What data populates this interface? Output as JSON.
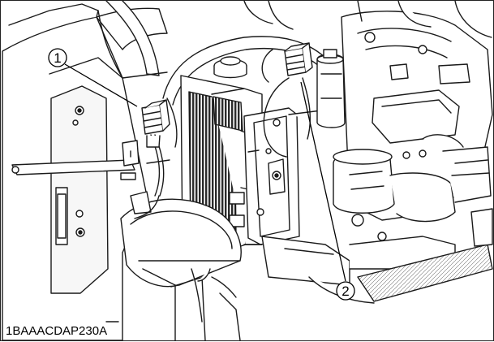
{
  "figure": {
    "caption": "1BAAACDAP230A",
    "callouts": [
      {
        "number": "1"
      },
      {
        "number": "2"
      }
    ],
    "colors": {
      "line": "#1a1a1a",
      "fill": "#ffffff",
      "radiator_fin": "#2b2b2b",
      "shade": "#d9d9d9"
    }
  }
}
